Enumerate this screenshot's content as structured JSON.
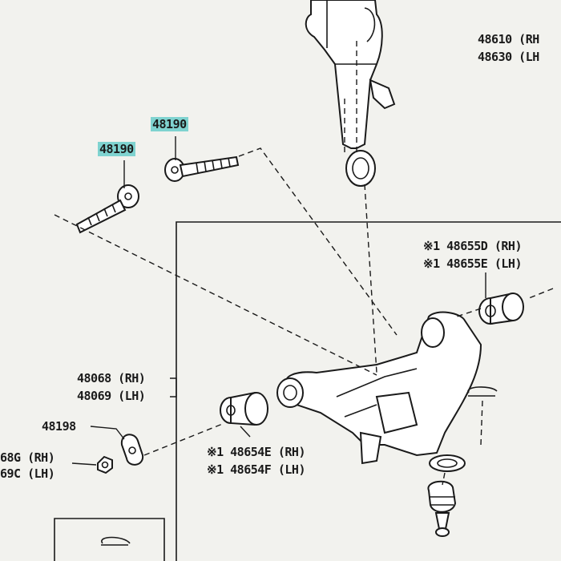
{
  "labels": {
    "strut_rh": "48610 (RH",
    "strut_lh": "48630 (LH",
    "bolt_upper": "48190",
    "bolt_lower": "48190",
    "bushing_rear_rh": "※1 48655D (RH)",
    "bushing_rear_lh": "※1 48655E (LH)",
    "arm_rh": "48068 (RH)",
    "arm_lh": "48069 (LH)",
    "washer": "48198",
    "nut_rh": "68G (RH)",
    "nut_lh": "69C (LH)",
    "bushing_front_rh": "※1 48654E (RH)",
    "bushing_front_lh": "※1 48654F (LH)"
  },
  "colors": {
    "highlight": "#7fd3d0",
    "ink": "#1a1a1a",
    "paper": "#f2f2ee"
  }
}
